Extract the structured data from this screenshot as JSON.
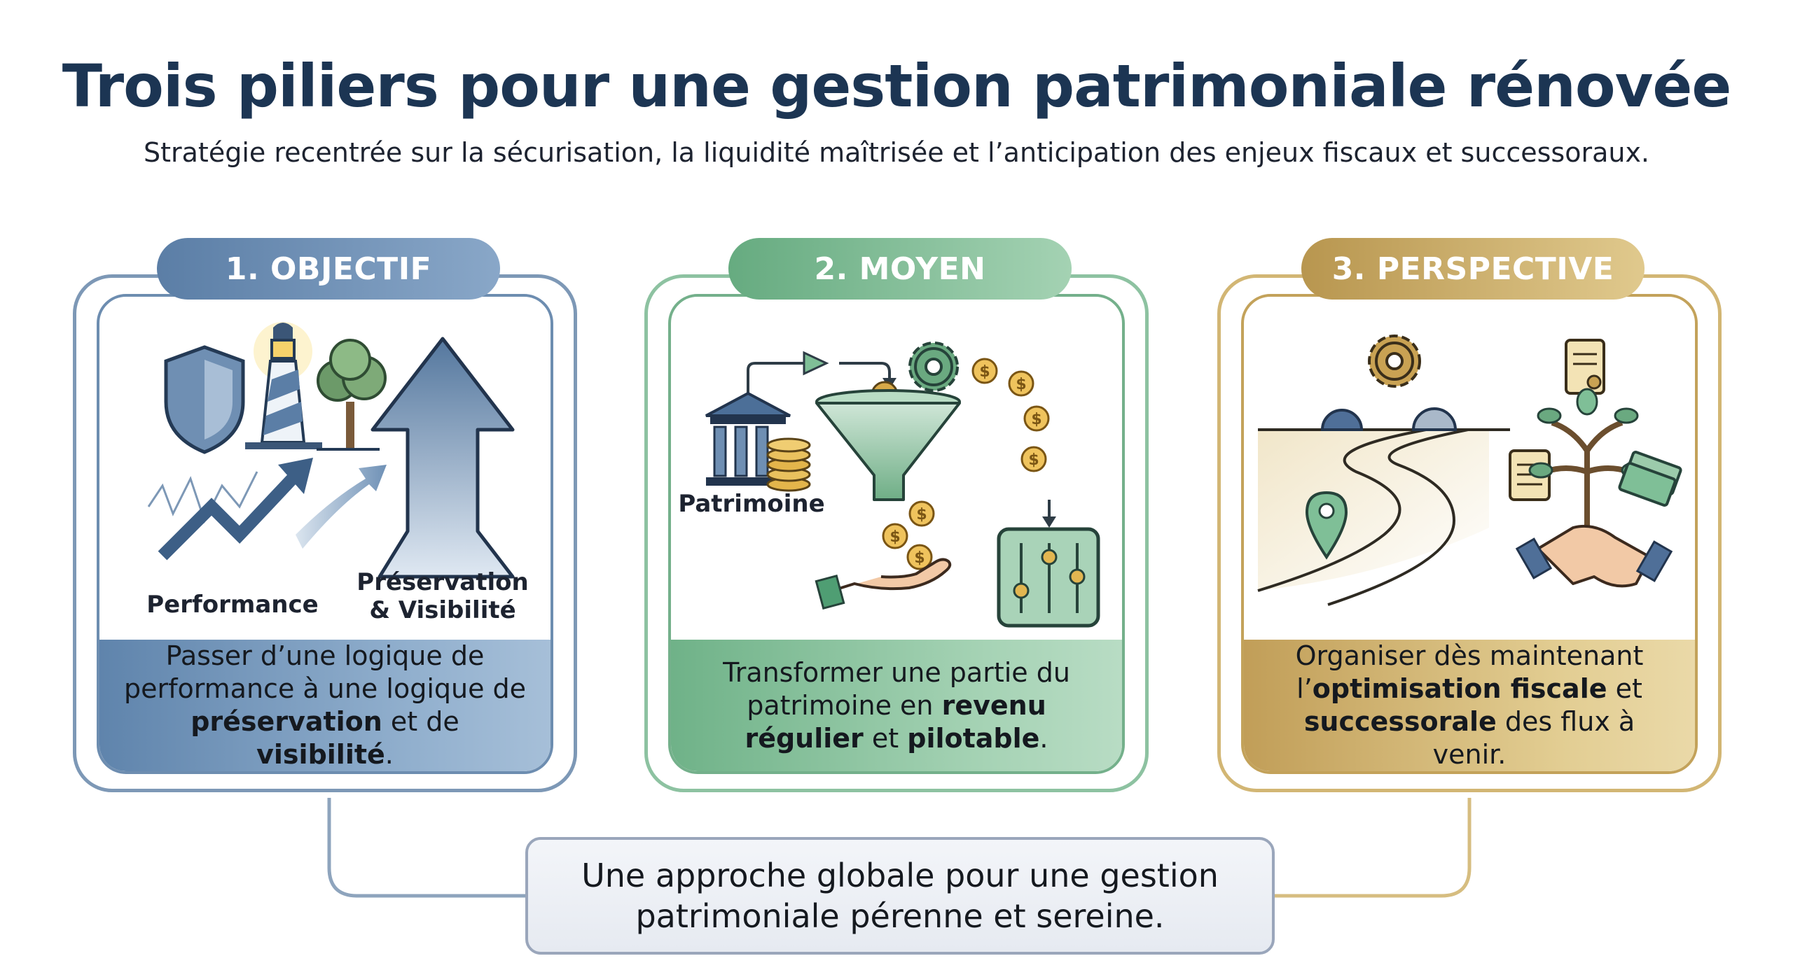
{
  "title": "Trois piliers pour une gestion patrimoniale rénovée",
  "subtitle": "Stratégie recentrée sur la sécurisation, la liquidité maîtrisée et l’anticipation des enjeux fiscaux et successoraux.",
  "pillars": [
    {
      "label": "1. OBJECTIF",
      "illustration_labels": [
        "Performance",
        "Préservation",
        "& Visibilité"
      ],
      "description": [
        {
          "text": "Passer d’une logique de performance à une logique de ",
          "bold": false
        },
        {
          "text": "préservation",
          "bold": true
        },
        {
          "text": " et de ",
          "bold": false
        },
        {
          "text": "visibilité",
          "bold": true
        },
        {
          "text": ".",
          "bold": false
        }
      ],
      "color": "#6d8db0"
    },
    {
      "label": "2. MOYEN",
      "illustration_labels": [
        "Patrimoine"
      ],
      "description": [
        {
          "text": "Transformer une partie du patrimoine en ",
          "bold": false
        },
        {
          "text": "revenu régulier",
          "bold": true
        },
        {
          "text": " et ",
          "bold": false
        },
        {
          "text": "pilotable",
          "bold": true
        },
        {
          "text": ".",
          "bold": false
        }
      ],
      "color": "#74b08b"
    },
    {
      "label": "3. PERSPECTIVE",
      "illustration_labels": [],
      "description": [
        {
          "text": "Organiser dès maintenant l’",
          "bold": false
        },
        {
          "text": "optimisation fiscale",
          "bold": true
        },
        {
          "text": " et ",
          "bold": false
        },
        {
          "text": "successorale",
          "bold": true
        },
        {
          "text": " des flux à venir.",
          "bold": false
        }
      ],
      "color": "#c3a25a"
    }
  ],
  "conclusion": "Une approche globale pour une gestion patrimoniale pérenne et sereine.",
  "icons": {
    "objectif": [
      "shield-icon",
      "lighthouse-icon",
      "tree-icon",
      "zigzag-up-arrow-icon",
      "curved-arrow-icon",
      "big-up-arrow-icon"
    ],
    "moyen": [
      "bank-icon",
      "coin-stack-icon",
      "gear-icon",
      "funnel-icon",
      "coins-icon",
      "hand-receiving-icon",
      "control-panel-icon"
    ],
    "perspective": [
      "road-icon",
      "location-pin-icon",
      "gears-icon",
      "money-tree-icon",
      "scroll-icon",
      "banknotes-icon",
      "handshake-icon"
    ]
  }
}
